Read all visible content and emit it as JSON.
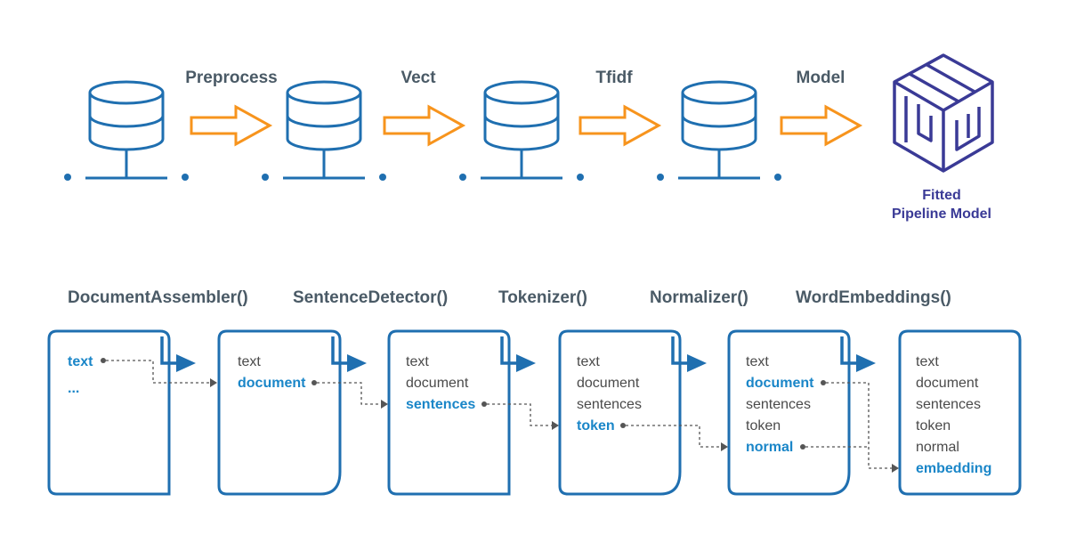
{
  "top_pipeline": {
    "stages": [
      "Preprocess",
      "Vect",
      "Tfidf",
      "Model"
    ],
    "fitted_label_line1": "Fitted",
    "fitted_label_line2": "Pipeline Model",
    "logo_icon": "cube-maze-logo-icon",
    "colors": {
      "database": "#1f6fb0",
      "arrow": "#f7941d",
      "label": "#4a5a66",
      "logo": "#3a3a96"
    }
  },
  "annotators": {
    "labels": [
      "DocumentAssembler()",
      "SentenceDetector()",
      "Tokenizer()",
      "Normalizer()",
      "WordEmbeddings()"
    ],
    "columns": [
      {
        "lines": [
          {
            "text": "text",
            "hl": true
          },
          {
            "text": "...",
            "hl": true
          }
        ]
      },
      {
        "lines": [
          {
            "text": "text",
            "hl": false
          },
          {
            "text": "document",
            "hl": true
          }
        ]
      },
      {
        "lines": [
          {
            "text": "text",
            "hl": false
          },
          {
            "text": "document",
            "hl": false
          },
          {
            "text": "sentences",
            "hl": true
          }
        ]
      },
      {
        "lines": [
          {
            "text": "text",
            "hl": false
          },
          {
            "text": "document",
            "hl": false
          },
          {
            "text": "sentences",
            "hl": false
          },
          {
            "text": "token",
            "hl": true
          }
        ]
      },
      {
        "lines": [
          {
            "text": "text",
            "hl": false
          },
          {
            "text": "document",
            "hl": true
          },
          {
            "text": "sentences",
            "hl": false
          },
          {
            "text": "token",
            "hl": false
          },
          {
            "text": "normal",
            "hl": true
          }
        ]
      },
      {
        "lines": [
          {
            "text": "text",
            "hl": false
          },
          {
            "text": "document",
            "hl": false
          },
          {
            "text": "sentences",
            "hl": false
          },
          {
            "text": "token",
            "hl": false
          },
          {
            "text": "normal",
            "hl": false
          },
          {
            "text": "embedding",
            "hl": true
          }
        ]
      }
    ],
    "colors": {
      "border": "#1f6fb0",
      "highlight": "#1a86c8",
      "text": "#4a4a4a",
      "label": "#4a5a66"
    }
  }
}
